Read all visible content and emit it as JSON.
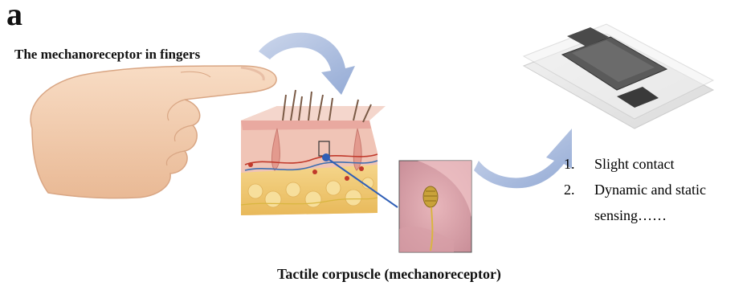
{
  "panel_letter": "a",
  "captions": {
    "finger": "The mechanoreceptor in fingers",
    "corpuscle": "Tactile corpuscle (mechanoreceptor)"
  },
  "features": [
    {
      "num": "1.",
      "text": "Slight contact"
    },
    {
      "num": "2.",
      "text": "Dynamic and static"
    },
    {
      "num": "",
      "text": "sensing……"
    }
  ],
  "colors": {
    "skin": "#f3cfb2",
    "arrow": "#9bb0d8",
    "dermis": "#f0c4b6",
    "fat": "#f2c96e",
    "pointer": "#2f5fb6",
    "sensor_dark": "#4a4a4a"
  }
}
